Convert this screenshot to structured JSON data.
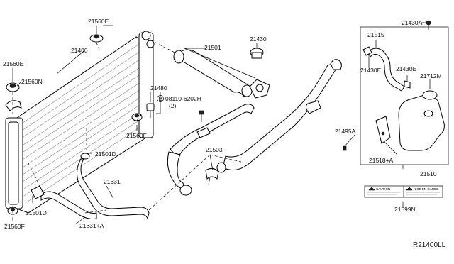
{
  "labels": {
    "p21560E_a": "21560E",
    "p21560E_b": "21560E",
    "p21560N": "21560N",
    "p21400": "21400",
    "p21501": "21501",
    "p21430": "21430",
    "p21430A": "21430A",
    "p21515": "21515",
    "p21430E_a": "21430E",
    "p21430E_b": "21430E",
    "p21712M": "21712M",
    "p21480": "21480",
    "bolt": "08110-6202H",
    "bolt_qty": "(2)",
    "bolt_circle": "B",
    "p21560F_a": "21560F",
    "p21560F_b": "21560F",
    "p21501D_a": "21501D",
    "p21501D_b": "21501D",
    "p21503": "21503",
    "p21631": "21631",
    "p21631A": "21631+A",
    "p21495A": "21495A",
    "p21518A": "21518+A",
    "p21510": "21510",
    "p21599N": "21599N"
  },
  "caution_label": {
    "caution": "CAUTION",
    "notice": "NISE EN GARDE"
  },
  "ref_code": "R21400LL"
}
